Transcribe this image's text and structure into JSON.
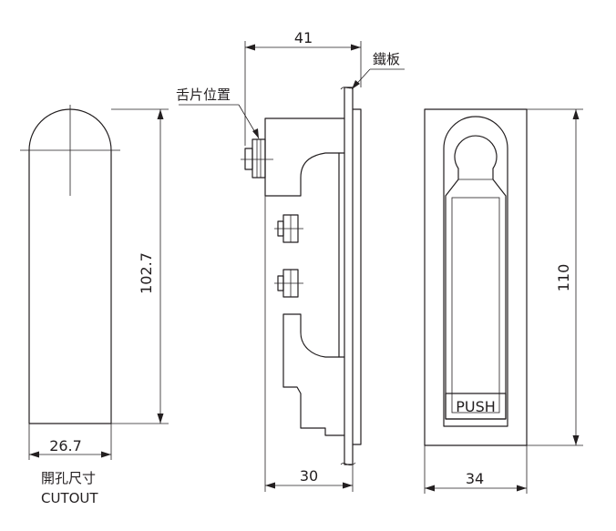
{
  "labels": {
    "cutout_width": "26.7",
    "cutout_height": "102.7",
    "cutout_title_cn": "開孔尺寸",
    "cutout_title_en": "CUTOUT",
    "side_top_dim": "41",
    "side_bottom_dim": "30",
    "tongue_position": "舌片位置",
    "steel_plate": "鐵板",
    "front_width": "34",
    "front_height": "110",
    "push_label": "PUSH"
  }
}
